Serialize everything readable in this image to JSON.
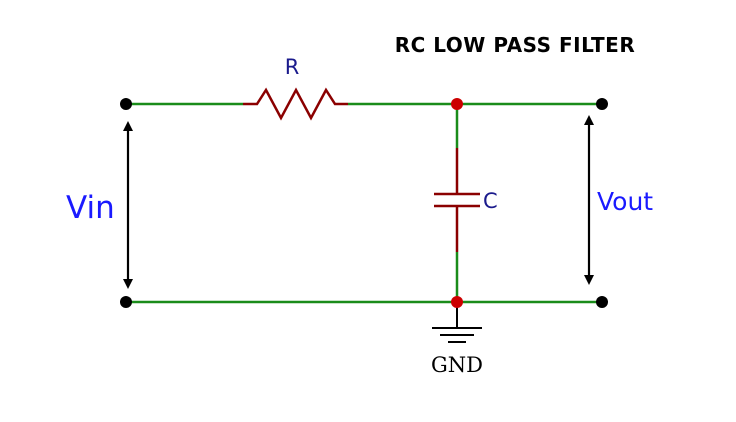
{
  "title": "RC LOW PASS FILTER",
  "labels": {
    "resistor": "R",
    "capacitor": "C",
    "input_voltage": "Vin",
    "output_voltage": "Vout",
    "ground": "GND"
  },
  "colors": {
    "wire": "#1a8c1a",
    "component": "#8b0000",
    "junction": "#cc0000",
    "terminal": "#000000",
    "arrow": "#000000",
    "component_label": "#1a1a8c",
    "voltage_label": "#1a1aff"
  }
}
